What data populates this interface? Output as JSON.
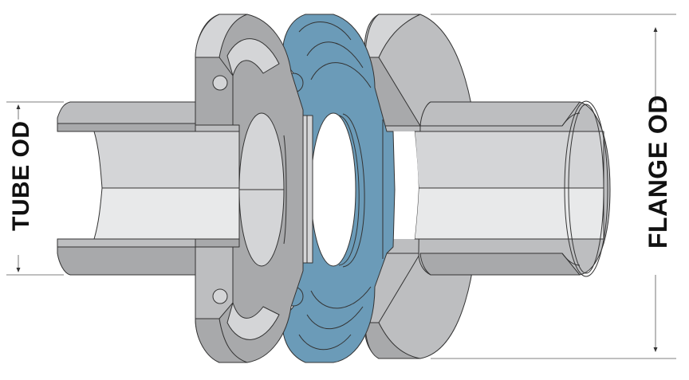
{
  "diagram": {
    "title": "Sanitary clamp ferrule connection cross-section",
    "labels": {
      "tube_od": "TUBE OD",
      "flange_od": "FLANGE OD"
    },
    "components": [
      {
        "name": "left-tube",
        "description": "Tube end (left)"
      },
      {
        "name": "left-ferrule-flange",
        "description": "Ferrule flange (left)"
      },
      {
        "name": "gasket",
        "description": "Gasket (blue)"
      },
      {
        "name": "right-ferrule-flange",
        "description": "Ferrule flange (right)"
      },
      {
        "name": "right-tube",
        "description": "Tube end (right)"
      }
    ],
    "colors": {
      "gasket": "#6b9bb8",
      "steel_light": "#d4d5d7",
      "steel_mid": "#bdbec0",
      "steel_dark": "#a8a9ab",
      "bore_light": "#e8e9ea",
      "outline": "#333333",
      "dimension_line": "#555555",
      "label": "#111111"
    }
  }
}
